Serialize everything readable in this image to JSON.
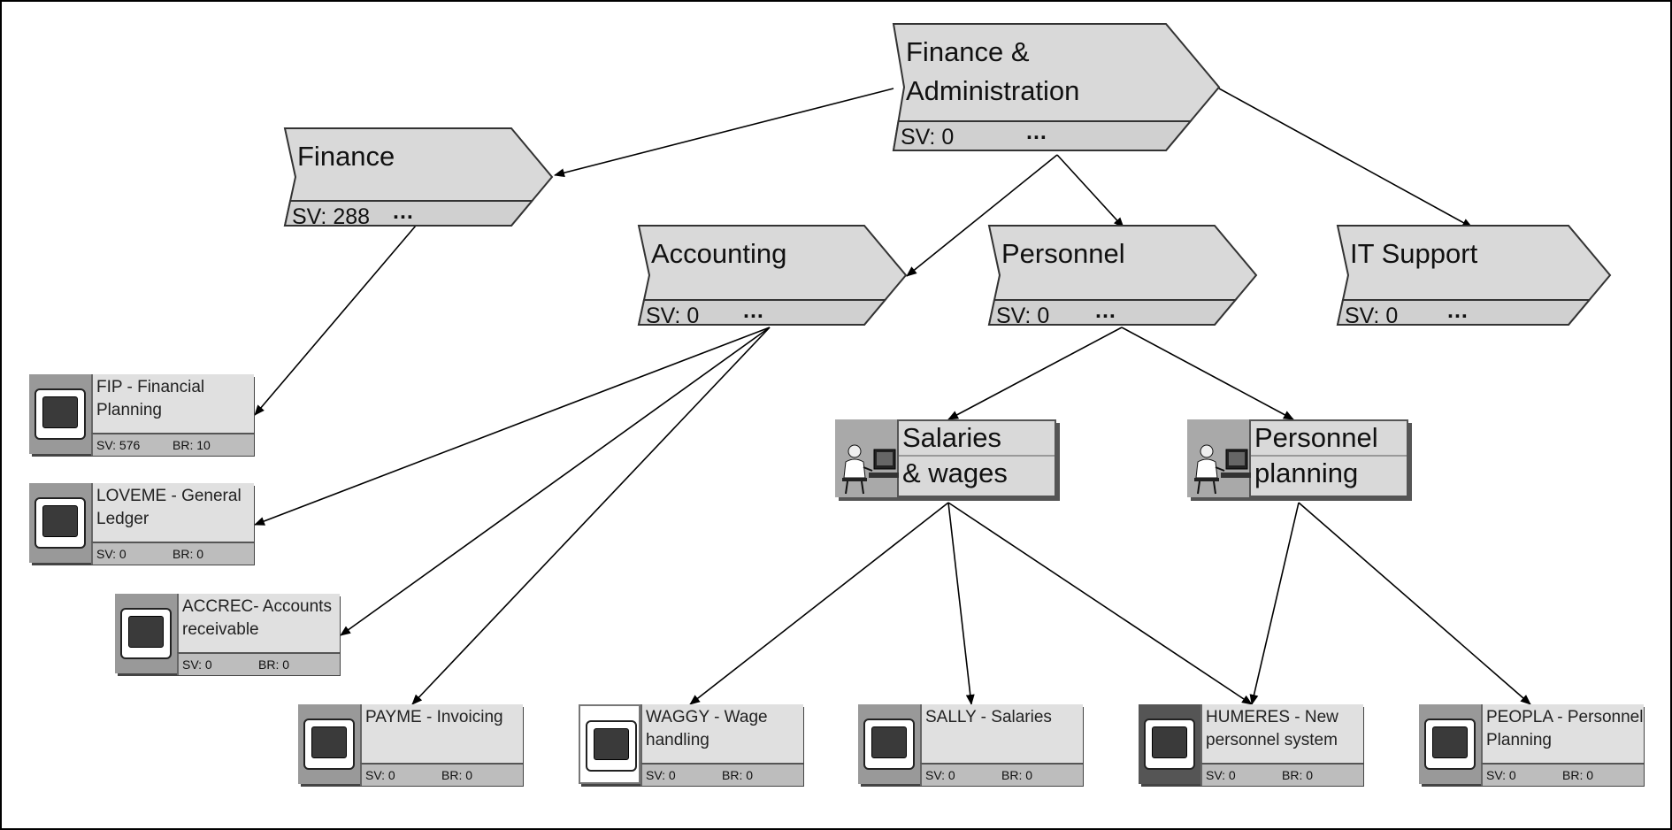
{
  "org_units": [
    {
      "id": "fa",
      "title_lines": [
        "Finance &",
        "Administration"
      ],
      "sv": "SV: 0",
      "more": "..."
    },
    {
      "id": "finance",
      "title_lines": [
        "Finance"
      ],
      "sv": "SV: 288",
      "more": "..."
    },
    {
      "id": "accounting",
      "title_lines": [
        "Accounting"
      ],
      "sv": "SV: 0",
      "more": "..."
    },
    {
      "id": "personnel",
      "title_lines": [
        "Personnel"
      ],
      "sv": "SV: 0",
      "more": "..."
    },
    {
      "id": "itsupport",
      "title_lines": [
        "IT Support"
      ],
      "sv": "SV: 0",
      "more": "..."
    }
  ],
  "roles": [
    {
      "id": "salaries",
      "line1": "Salaries",
      "line2": "& wages"
    },
    {
      "id": "pplanning",
      "line1": "Personnel",
      "line2": "planning"
    }
  ],
  "applications": [
    {
      "id": "fip",
      "label": "FIP - Financial Planning",
      "sv": "SV: 576",
      "br": "BR: 10",
      "icon": "monitor-icon"
    },
    {
      "id": "loveme",
      "label": "LOVEME - General Ledger",
      "sv": "SV: 0",
      "br": "BR: 0",
      "icon": "monitor-icon"
    },
    {
      "id": "accrec",
      "label": "ACCREC- Accounts receivable",
      "sv": "SV: 0",
      "br": "BR: 0",
      "icon": "monitor-icon"
    },
    {
      "id": "payme",
      "label": "PAYME - Invoicing",
      "sv": "SV: 0",
      "br": "BR: 0",
      "icon": "monitor-icon"
    },
    {
      "id": "waggy",
      "label": "WAGGY - Wage handling",
      "sv": "SV: 0",
      "br": "BR: 0",
      "icon": "monitor-icon"
    },
    {
      "id": "sally",
      "label": "SALLY - Salaries",
      "sv": "SV: 0",
      "br": "BR: 0",
      "icon": "monitor-icon"
    },
    {
      "id": "humeres",
      "label": "HUMERES - New personnel system",
      "sv": "SV: 0",
      "br": "BR: 0",
      "icon": "monitor-icon"
    },
    {
      "id": "peopla",
      "label": "PEOPLA - Personnel Planning",
      "sv": "SV: 0",
      "br": "BR: 0",
      "icon": "monitor-icon"
    }
  ],
  "edges": [
    {
      "from": "fa",
      "to": "finance"
    },
    {
      "from": "fa",
      "to": "accounting"
    },
    {
      "from": "fa",
      "to": "personnel"
    },
    {
      "from": "fa",
      "to": "itsupport"
    },
    {
      "from": "finance",
      "to": "fip"
    },
    {
      "from": "accounting",
      "to": "loveme"
    },
    {
      "from": "accounting",
      "to": "accrec"
    },
    {
      "from": "accounting",
      "to": "payme"
    },
    {
      "from": "personnel",
      "to": "salaries"
    },
    {
      "from": "personnel",
      "to": "pplanning"
    },
    {
      "from": "salaries",
      "to": "waggy"
    },
    {
      "from": "salaries",
      "to": "sally"
    },
    {
      "from": "salaries",
      "to": "humeres"
    },
    {
      "from": "pplanning",
      "to": "humeres"
    },
    {
      "from": "pplanning",
      "to": "peopla"
    }
  ]
}
